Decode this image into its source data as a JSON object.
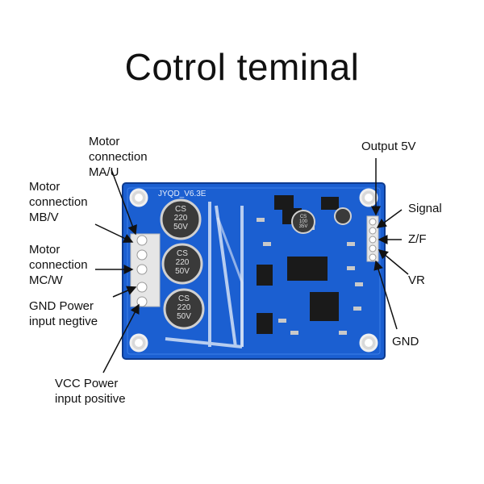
{
  "title": "Cotrol teminal",
  "board": {
    "silkscreen": "JYQD_V6.3E",
    "capacitors": [
      {
        "lines": [
          "CS",
          "220",
          "50V"
        ]
      },
      {
        "lines": [
          "CS",
          "220",
          "50V"
        ]
      },
      {
        "lines": [
          "CS",
          "220",
          "50V"
        ]
      }
    ],
    "small_cap": [
      "CS",
      "100",
      "35V"
    ],
    "colors": {
      "pcb": "#1b5fd1",
      "pcb_dark": "#123f96",
      "chip": "#1a1a1a",
      "cap": "#3a3a3a"
    }
  },
  "labels": {
    "motor_ma_u": [
      "Motor",
      "connection",
      "MA/U"
    ],
    "motor_mb_v": [
      "Motor",
      "connection",
      "MB/V"
    ],
    "motor_mc_w": [
      "Motor",
      "connection",
      "MC/W"
    ],
    "gnd_power": [
      "GND Power",
      "input negtive"
    ],
    "vcc_power": [
      "VCC Power",
      "input positive"
    ],
    "output_5v": [
      "Output 5V"
    ],
    "signal": [
      "Signal"
    ],
    "zf": [
      "Z/F"
    ],
    "vr": [
      "VR"
    ],
    "gnd": [
      "GND"
    ]
  }
}
